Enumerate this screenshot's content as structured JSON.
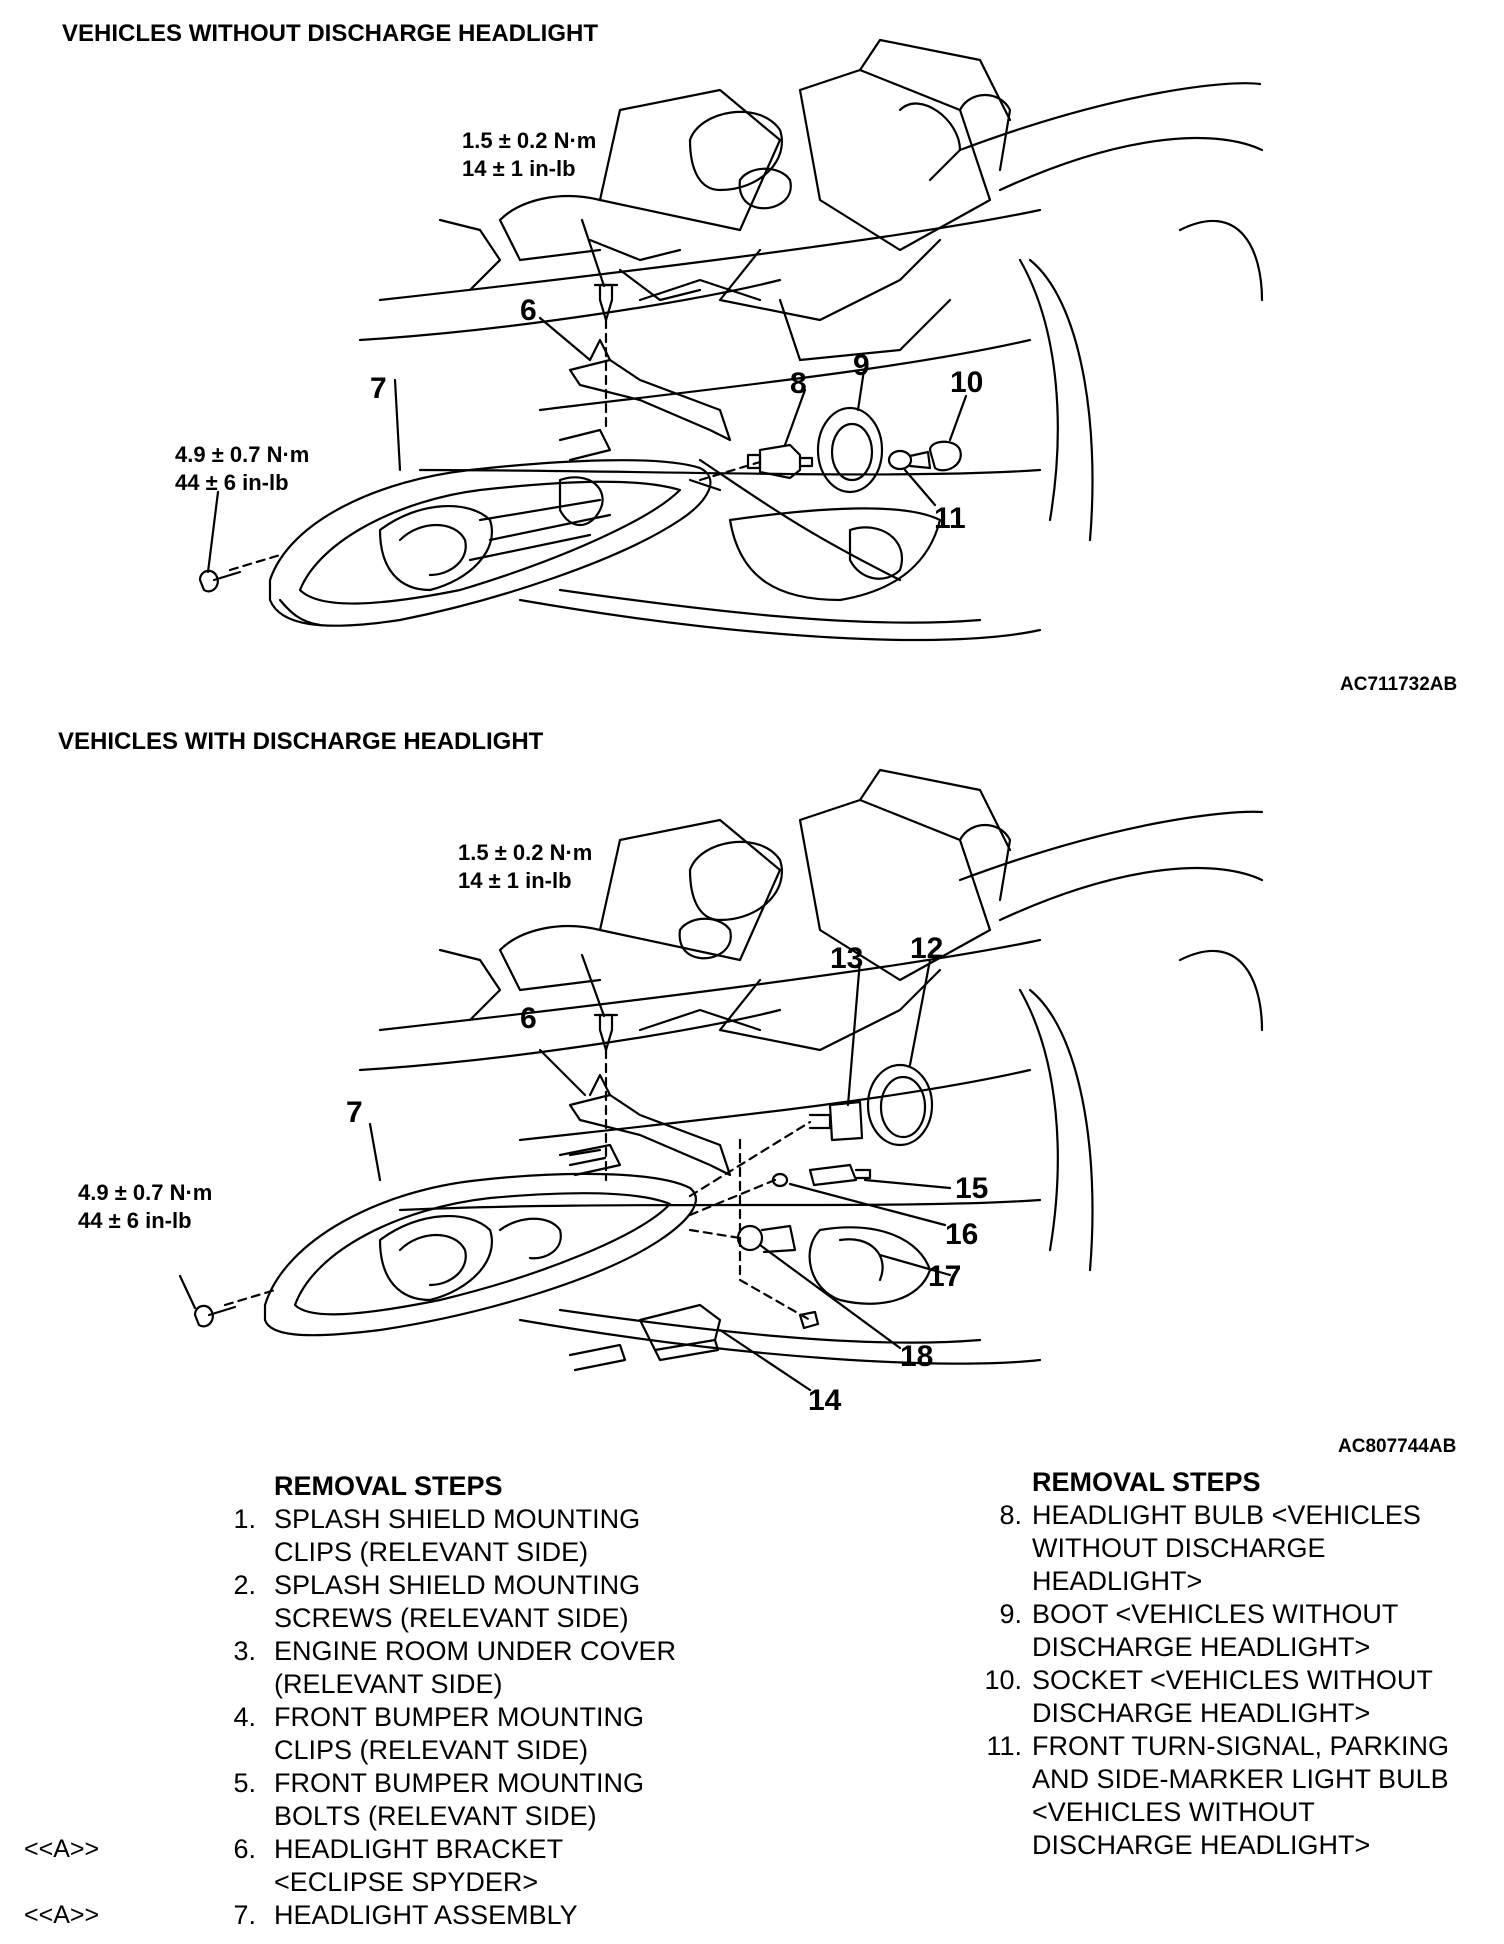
{
  "figure1": {
    "header": "VEHICLES WITHOUT DISCHARGE HEADLIGHT",
    "code": "AC711732AB",
    "torque_top": [
      "1.5 ± 0.2 N·m",
      "14 ± 1 in-lb"
    ],
    "torque_left": [
      "4.9 ± 0.7 N·m",
      "44 ± 6 in-lb"
    ],
    "callouts": [
      "6",
      "7",
      "8",
      "9",
      "10",
      "11"
    ]
  },
  "figure2": {
    "header": "VEHICLES WITH DISCHARGE HEADLIGHT",
    "code": "AC807744AB",
    "torque_top": [
      "1.5 ± 0.2 N·m",
      "14 ± 1 in-lb"
    ],
    "torque_left": [
      "4.9 ± 0.7 N·m",
      "44 ± 6 in-lb"
    ],
    "callouts": [
      "6",
      "7",
      "12",
      "13",
      "14",
      "15",
      "16",
      "17",
      "18"
    ]
  },
  "steps_left": {
    "title": "REMOVAL STEPS",
    "items": [
      {
        "ref": "",
        "num": "1.",
        "lines": [
          "SPLASH SHIELD MOUNTING",
          "CLIPS (RELEVANT SIDE)"
        ]
      },
      {
        "ref": "",
        "num": "2.",
        "lines": [
          "SPLASH SHIELD MOUNTING",
          "SCREWS (RELEVANT SIDE)"
        ]
      },
      {
        "ref": "",
        "num": "3.",
        "lines": [
          "ENGINE ROOM UNDER COVER",
          "(RELEVANT SIDE)"
        ]
      },
      {
        "ref": "",
        "num": "4.",
        "lines": [
          "FRONT BUMPER MOUNTING",
          "CLIPS (RELEVANT SIDE)"
        ]
      },
      {
        "ref": "",
        "num": "5.",
        "lines": [
          "FRONT BUMPER MOUNTING",
          "BOLTS (RELEVANT SIDE)"
        ]
      },
      {
        "ref": "<<A>>",
        "num": "6.",
        "lines": [
          "HEADLIGHT BRACKET",
          "<ECLIPSE SPYDER>"
        ]
      },
      {
        "ref": "<<A>>",
        "num": "7.",
        "lines": [
          "HEADLIGHT ASSEMBLY"
        ]
      }
    ]
  },
  "steps_right": {
    "title": "REMOVAL STEPS",
    "items": [
      {
        "num": "8.",
        "lines": [
          "HEADLIGHT BULB <VEHICLES",
          "WITHOUT DISCHARGE",
          "HEADLIGHT>"
        ]
      },
      {
        "num": "9.",
        "lines": [
          "BOOT <VEHICLES WITHOUT",
          "DISCHARGE HEADLIGHT>"
        ]
      },
      {
        "num": "10.",
        "lines": [
          "SOCKET <VEHICLES WITHOUT",
          "DISCHARGE HEADLIGHT>"
        ]
      },
      {
        "num": "11.",
        "lines": [
          "FRONT TURN-SIGNAL, PARKING",
          "AND SIDE-MARKER LIGHT BULB",
          "<VEHICLES WITHOUT",
          "DISCHARGE HEADLIGHT>"
        ]
      }
    ]
  }
}
